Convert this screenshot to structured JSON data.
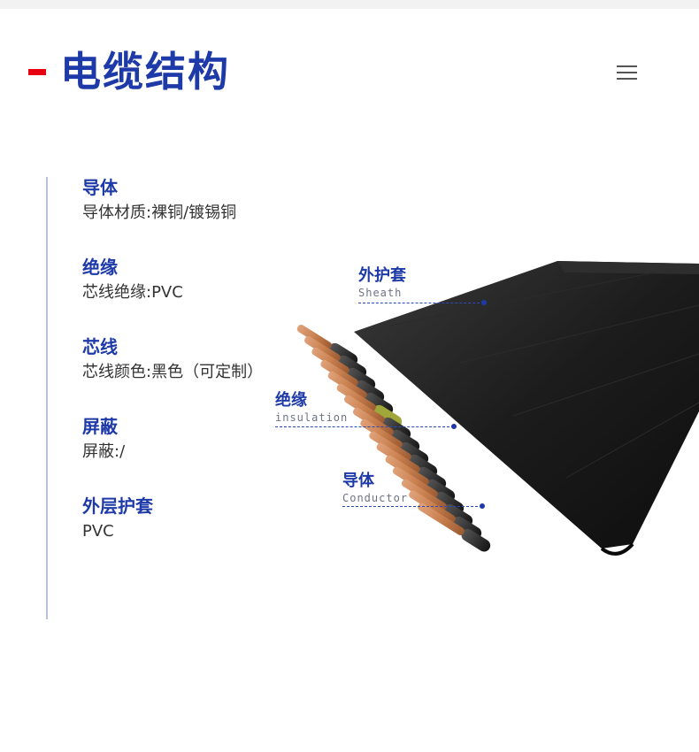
{
  "page": {
    "title": "电缆结构"
  },
  "specs": [
    {
      "heading": "导体",
      "value": "导体材质:裸铜/镀锡铜"
    },
    {
      "heading": "绝缘",
      "value": "芯线绝缘:PVC"
    },
    {
      "heading": "芯线",
      "value": "芯线颜色:黑色（可定制）"
    },
    {
      "heading": "屏蔽",
      "value": "屏蔽:/"
    },
    {
      "heading": "外层护套",
      "value": "PVC"
    }
  ],
  "callouts": {
    "sheath": {
      "cn": "外护套",
      "en": "Sheath"
    },
    "insulation": {
      "cn": "绝缘",
      "en": "insulation"
    },
    "conductor": {
      "cn": "导体",
      "en": "Conductor"
    }
  },
  "colors": {
    "title": "#1d3aa8",
    "accent_mark": "#e60012",
    "sheath": "#1f1f1f",
    "copper": "#c9804f",
    "highlight_core": "#9fa63a"
  },
  "icons": {
    "menu": "hamburger-menu-icon"
  }
}
